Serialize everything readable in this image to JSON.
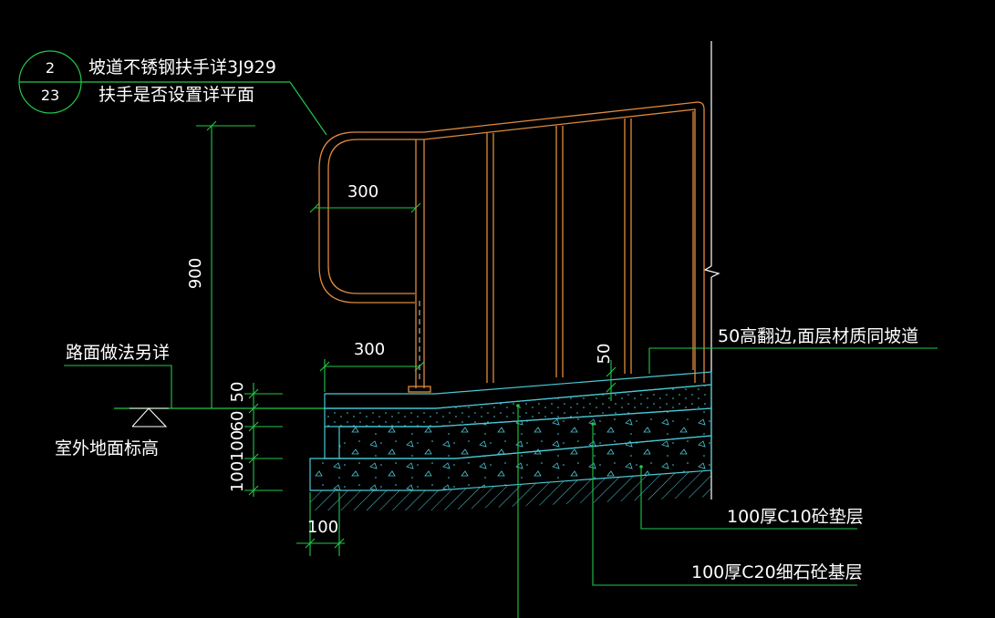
{
  "callout": {
    "symbol_top": "2",
    "symbol_bottom": "23",
    "line1": "坡道不锈钢扶手详3J929",
    "line2": "扶手是否设置详平面"
  },
  "labels": {
    "road": "路面做法另详",
    "outdoor": "室外地面标高",
    "curb": "50高翻边,面层材质同坡道",
    "c10": "100厚C10砼垫层",
    "c20": "100厚C20细石砼基层"
  },
  "dims": {
    "rail_height": "900",
    "top_300": "300",
    "mid_300": "300",
    "curb_50": "50",
    "d50": "50",
    "d60": "60",
    "d100a": "100",
    "d100b": "100",
    "bottom_100": "100"
  },
  "colors": {
    "background": "#000000",
    "railing": "#e08a3c",
    "dimension": "#22c84a",
    "slab": "#49c9d6",
    "leader": "#22c84a",
    "text": "#ffffff"
  }
}
